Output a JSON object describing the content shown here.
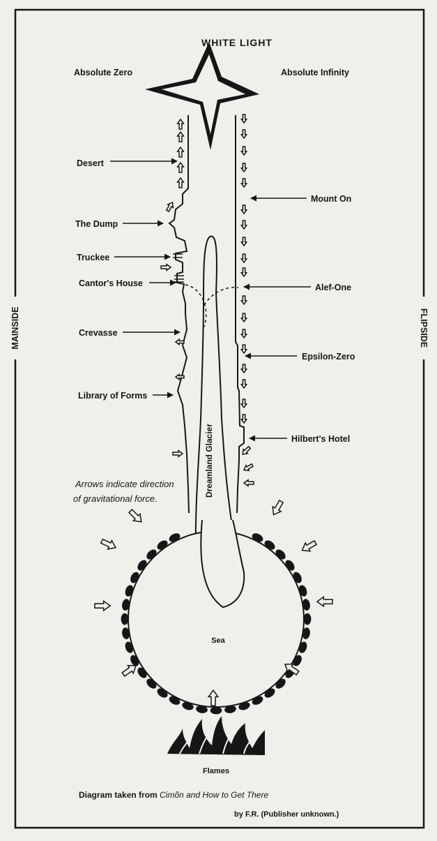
{
  "title": "WHITE LIGHT",
  "corners": {
    "left": "Absolute Zero",
    "right": "Absolute Infinity"
  },
  "sides": {
    "left": "MAINSIDE",
    "right": "FLIPSIDE"
  },
  "mainside_labels": [
    "Desert",
    "The Dump",
    "Truckee",
    "Cantor's House",
    "Crevasse",
    "Library of Forms"
  ],
  "flipside_labels": [
    "Mount On",
    "Alef-One",
    "Epsilon-Zero",
    "Hilbert's Hotel"
  ],
  "glacier": "Dreamland Glacier",
  "sea": "Sea",
  "flames": "Flames",
  "note": [
    "Arrows indicate direction",
    "of gravitational force."
  ],
  "caption": {
    "line1_prefix": "Diagram taken from ",
    "line1_title1": "Cimõn",
    "line1_mid": " and ",
    "line1_title2": "How to Get There",
    "line2": "by F.R. (Publisher unknown.)"
  },
  "colors": {
    "ink": "#161616",
    "paper": "#efefeb"
  }
}
